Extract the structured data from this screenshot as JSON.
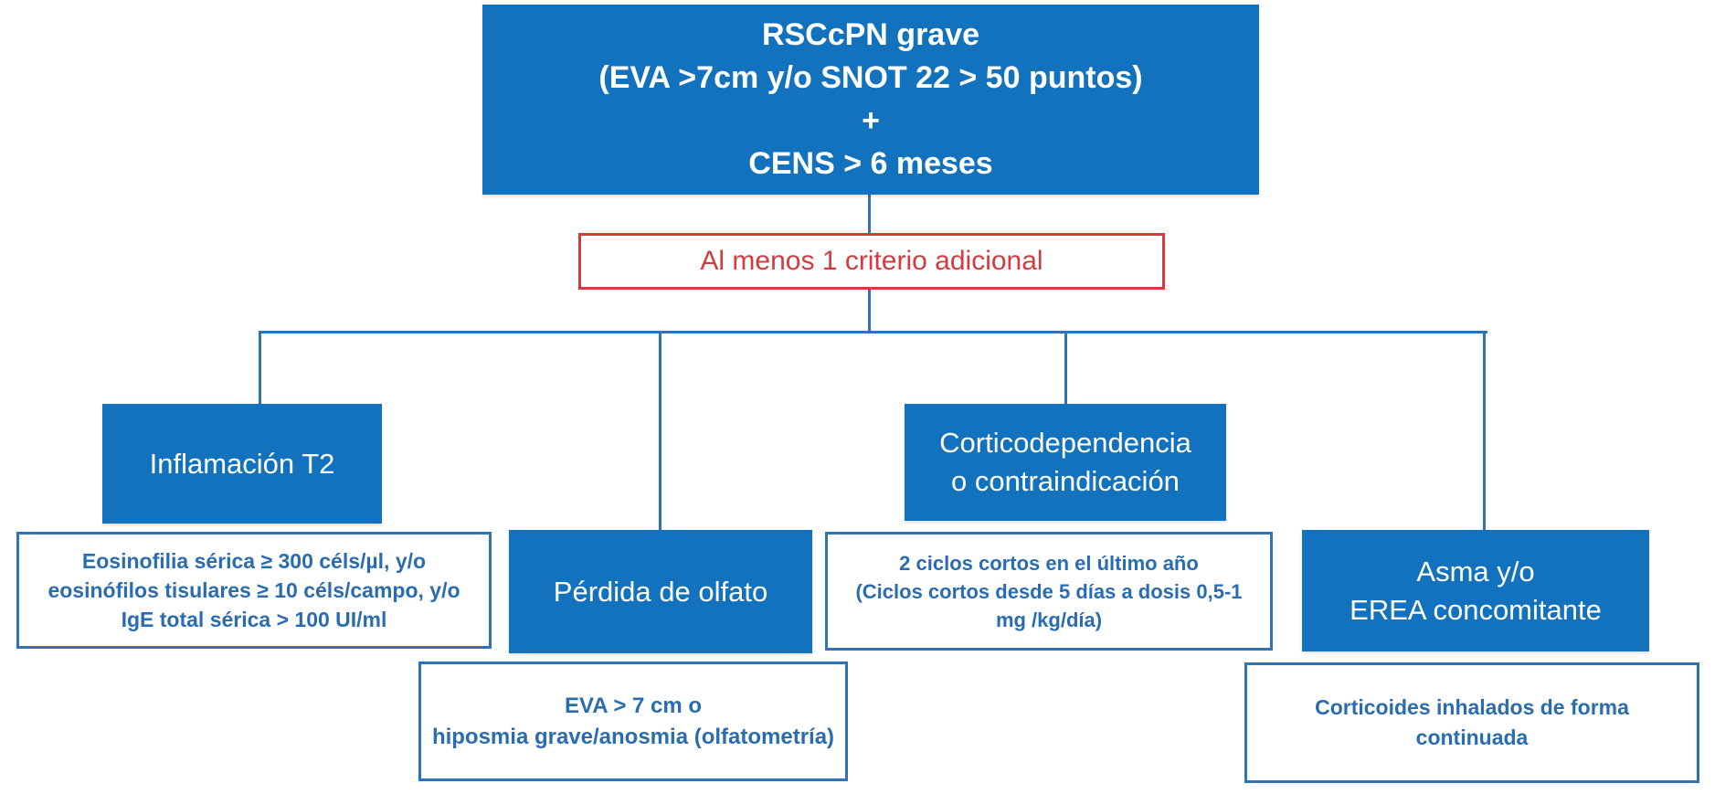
{
  "colors": {
    "box_blue": "#1272bd",
    "outline_blue": "#2d73b5",
    "text_blue": "#2a6cb2",
    "red": "#d53a3e",
    "background": "#ffffff",
    "white_text": "#ffffff"
  },
  "root": {
    "lines": [
      "RSCcPN grave",
      "(EVA >7cm y/o SNOT 22 > 50 puntos)",
      "+",
      "CENS > 6 meses"
    ]
  },
  "gate": {
    "label": "Al menos 1 criterio adicional"
  },
  "branches": [
    {
      "id": "inflamacion-t2",
      "title_lines": [
        "Inflamación T2"
      ],
      "detail_lines": [
        "Eosinofilia sérica ≥ 300 céls/µl, y/o",
        "eosinófilos tisulares ≥ 10 céls/campo, y/o",
        "IgE total sérica > 100 UI/ml"
      ]
    },
    {
      "id": "perdida-de-olfato",
      "title_lines": [
        "Pérdida de olfato"
      ],
      "detail_lines": [
        "EVA > 7 cm o",
        "hiposmia grave/anosmia (olfatometría)"
      ]
    },
    {
      "id": "corticodependencia",
      "title_lines": [
        "Corticodependencia",
        "o contraindicación"
      ],
      "detail_lines": [
        "2 ciclos cortos en el último año",
        "(Ciclos cortos desde 5 días a dosis 0,5-1",
        "mg /kg/día)"
      ]
    },
    {
      "id": "asma-erea",
      "title_lines": [
        "Asma y/o",
        "EREA concomitante"
      ],
      "detail_lines": [
        "Corticoides inhalados de forma",
        "continuada"
      ]
    }
  ]
}
